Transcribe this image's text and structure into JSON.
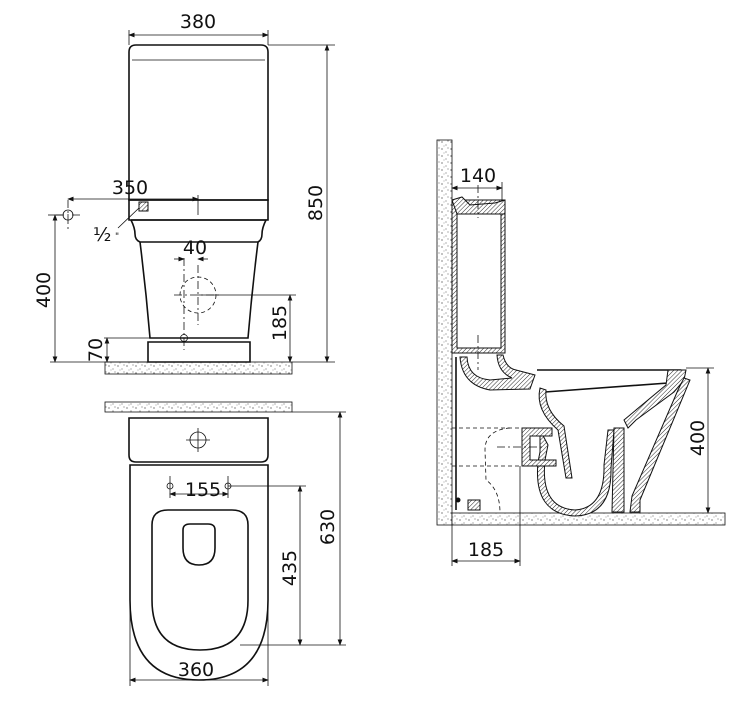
{
  "dimensions": {
    "front": {
      "width_tank": "380",
      "height_total": "850",
      "valve_offset": "350",
      "valve_thread": "½",
      "valve_thread_unit": "\"",
      "valve_height": "400",
      "drain_offset": "40",
      "drain_height": "185",
      "base_height": "70"
    },
    "top": {
      "bolt_spacing": "155",
      "seat_length": "435",
      "total_depth": "630",
      "bowl_width": "360"
    },
    "side": {
      "tank_depth": "140",
      "rim_height": "400",
      "drain_from_wall": "185"
    }
  }
}
